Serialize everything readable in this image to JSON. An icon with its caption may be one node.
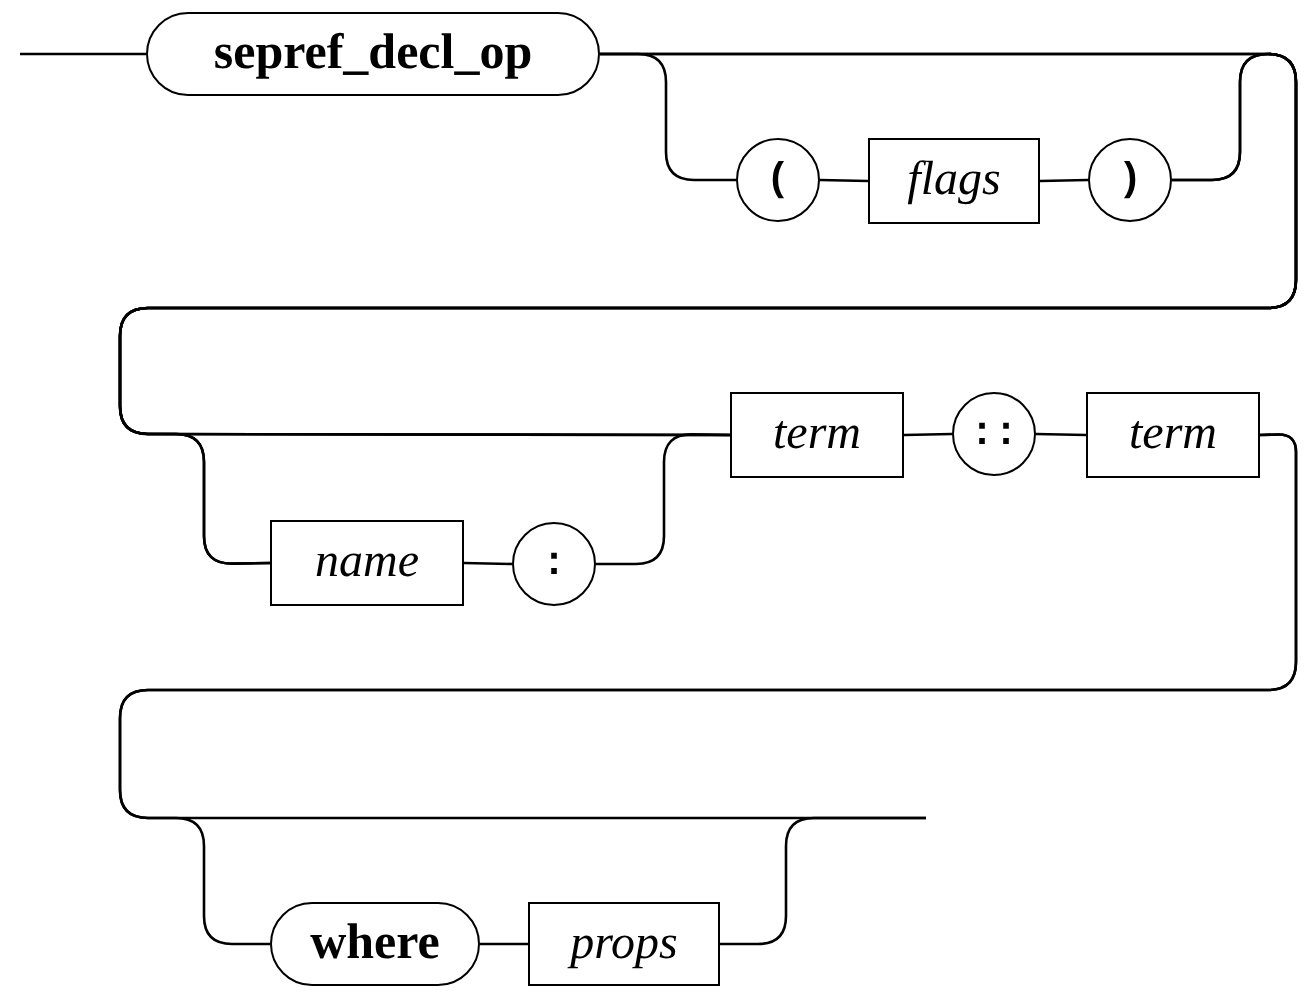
{
  "diagram": {
    "nodes": [
      {
        "text": [
          "sepref_decl_op"
        ]
      },
      {
        "text": [
          "("
        ]
      },
      {
        "text": [
          "flags"
        ]
      },
      {
        "text": [
          ")"
        ]
      },
      {
        "text": [
          "name"
        ]
      },
      {
        "text": [
          ":"
        ]
      },
      {
        "text": [
          "term"
        ]
      },
      {
        "text": [
          "::"
        ]
      },
      {
        "text": [
          "term"
        ]
      },
      {
        "text": [
          "where"
        ]
      },
      {
        "text": [
          "props"
        ]
      }
    ],
    "edges": [
      {
        "from": null,
        "to": 0,
        "arrow": "none"
      },
      {
        "from": 0,
        "to": 1,
        "arrow": "none"
      },
      {
        "from": 1,
        "to": 2,
        "arrow": "none"
      },
      {
        "from": 2,
        "to": 3,
        "arrow": "none"
      },
      {
        "from": 3,
        "to": 6,
        "arrow": "none"
      },
      {
        "from": 0,
        "to": 6,
        "arrow": "none"
      },
      {
        "from": 0,
        "to": 4,
        "arrow": "none"
      },
      {
        "from": 3,
        "to": 4,
        "arrow": "none"
      },
      {
        "from": 4,
        "to": 5,
        "arrow": "none"
      },
      {
        "from": 5,
        "to": 6,
        "arrow": "none"
      },
      {
        "from": 6,
        "to": 7,
        "arrow": "none"
      },
      {
        "from": 7,
        "to": 8,
        "arrow": "none"
      },
      {
        "from": 8,
        "to": 9,
        "arrow": "none"
      },
      {
        "from": 8,
        "to": null,
        "arrow": "none"
      },
      {
        "from": 9,
        "to": 10,
        "arrow": "none"
      },
      {
        "from": 10,
        "to": null,
        "arrow": "none"
      }
    ]
  }
}
